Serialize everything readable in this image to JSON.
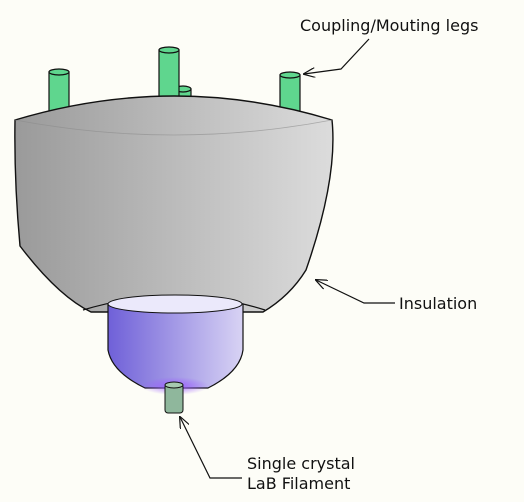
{
  "labels": {
    "legs": "Coupling/Mouting legs",
    "insulation": "Insulation",
    "filament_line1": "Single crystal",
    "filament_line2": "LaB  Filament"
  },
  "parts": {
    "legs": {
      "name": "coupling-mounting-legs",
      "count": 4
    },
    "insulation": {
      "name": "insulation"
    },
    "cathode": {
      "name": "cathode-cup"
    },
    "filament": {
      "name": "lab-filament"
    }
  },
  "colors": {
    "background": "#fdfdf7",
    "leg": "#5fd68e",
    "insulation_light": "#dcdcdc",
    "insulation_dark": "#9a9a9a",
    "cathode_dark": "#6f60d8",
    "cathode_light": "#d8d3f4",
    "filament": "#8fb79c",
    "glow": "#9b5cff",
    "outline": "#111111"
  }
}
